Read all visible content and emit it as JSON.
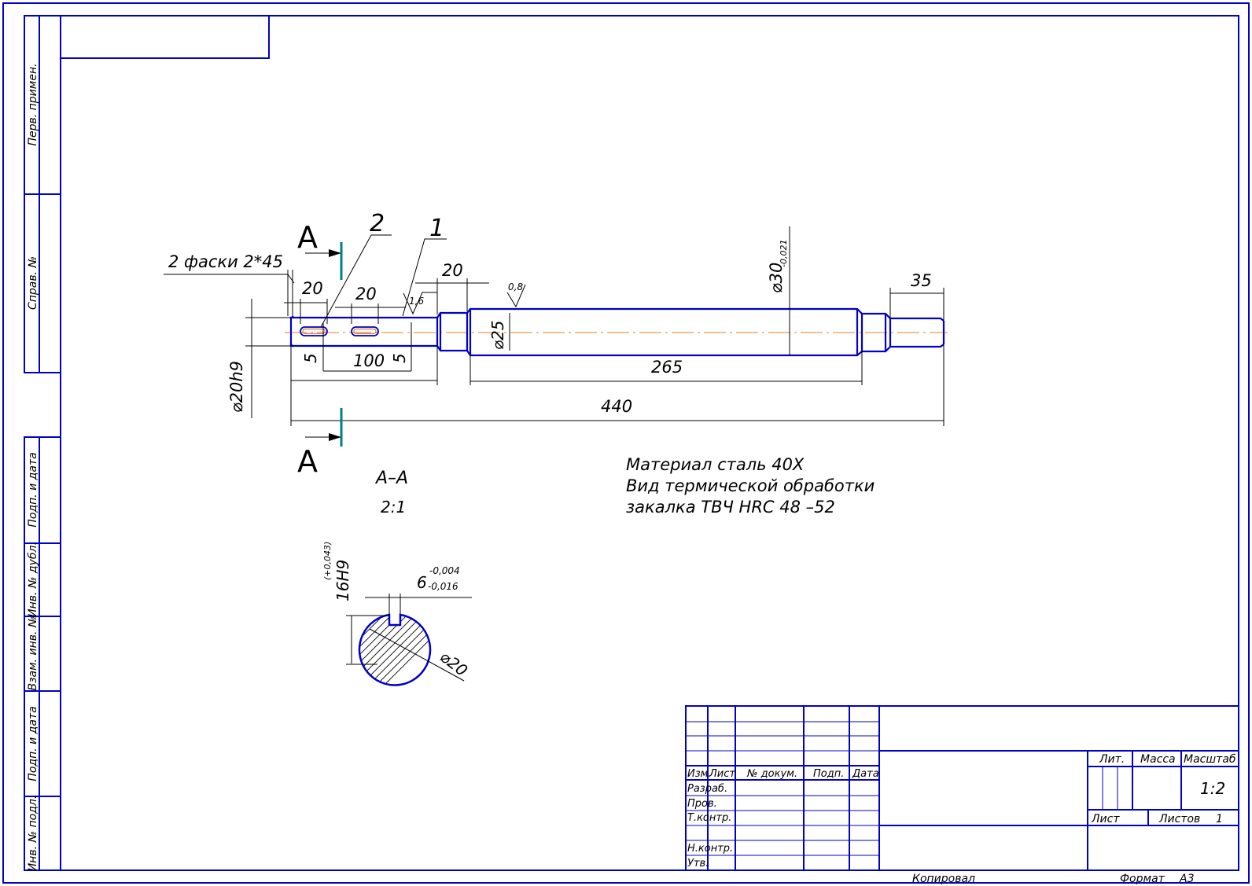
{
  "colors": {
    "frame": "#0000c8",
    "dimension": "#000000",
    "axis": "#e08020",
    "section_line": "#008080",
    "key_slot": "#e07830"
  },
  "side_column": {
    "perv_primen": "Перв. примен.",
    "sprav_no": "Справ. №",
    "podp_data_top": "Подп. и дата",
    "inv_dubl": "Инв. № дубл.",
    "vzam_inv": "Взам. инв. №",
    "podp_data_bottom": "Подп. и дата",
    "inv_podl": "Инв. № подл."
  },
  "section_marks": {
    "top": "A",
    "bottom": "A"
  },
  "leaders": {
    "one": "1",
    "two": "2"
  },
  "dimensions": {
    "chamfer": "2 фаски 2*45",
    "key1_len": "20",
    "key2_len": "20",
    "key_offset": "20",
    "roughness_16": "1,6",
    "roughness_08": "0,8",
    "d30_main": "⌀30",
    "d30_tol": "-0,021",
    "len_35": "35",
    "d25": "⌀25",
    "d20h9": "⌀20h9",
    "five_left": "5",
    "five_right": "5",
    "len_100": "100",
    "len_265": "265",
    "len_440": "440"
  },
  "section_view": {
    "title": "А–А",
    "scale": "2:1",
    "slot_depth_main": "16H9",
    "slot_depth_tol": "(+0,043)",
    "width_main": "6",
    "width_tol_upper": "-0,004",
    "width_tol_lower": "-0,016",
    "diameter": "⌀20"
  },
  "notes": {
    "line1": "Материал сталь 40Х",
    "line2": "Вид термической обработки",
    "line3": "закалка ТВЧ HRC 48 –52"
  },
  "title_block": {
    "izm": "Изм.",
    "list": "Лист",
    "doc_no": "№ докум.",
    "podp": "Подп.",
    "data": "Дата",
    "razrab": "Разраб.",
    "prov": "Пров.",
    "tkontr": "Т.контр.",
    "nkontr": "Н.контр.",
    "utv": "Утв.",
    "lit": "Лит.",
    "massa": "Масса",
    "masshtab": "Масштаб",
    "scale_value": "1:2",
    "sheet": "Лист",
    "sheets": "Листов",
    "sheets_count": "1"
  },
  "footer": {
    "kopiroval": "Копировал",
    "format_label": "Формат",
    "format_value": "A3"
  }
}
